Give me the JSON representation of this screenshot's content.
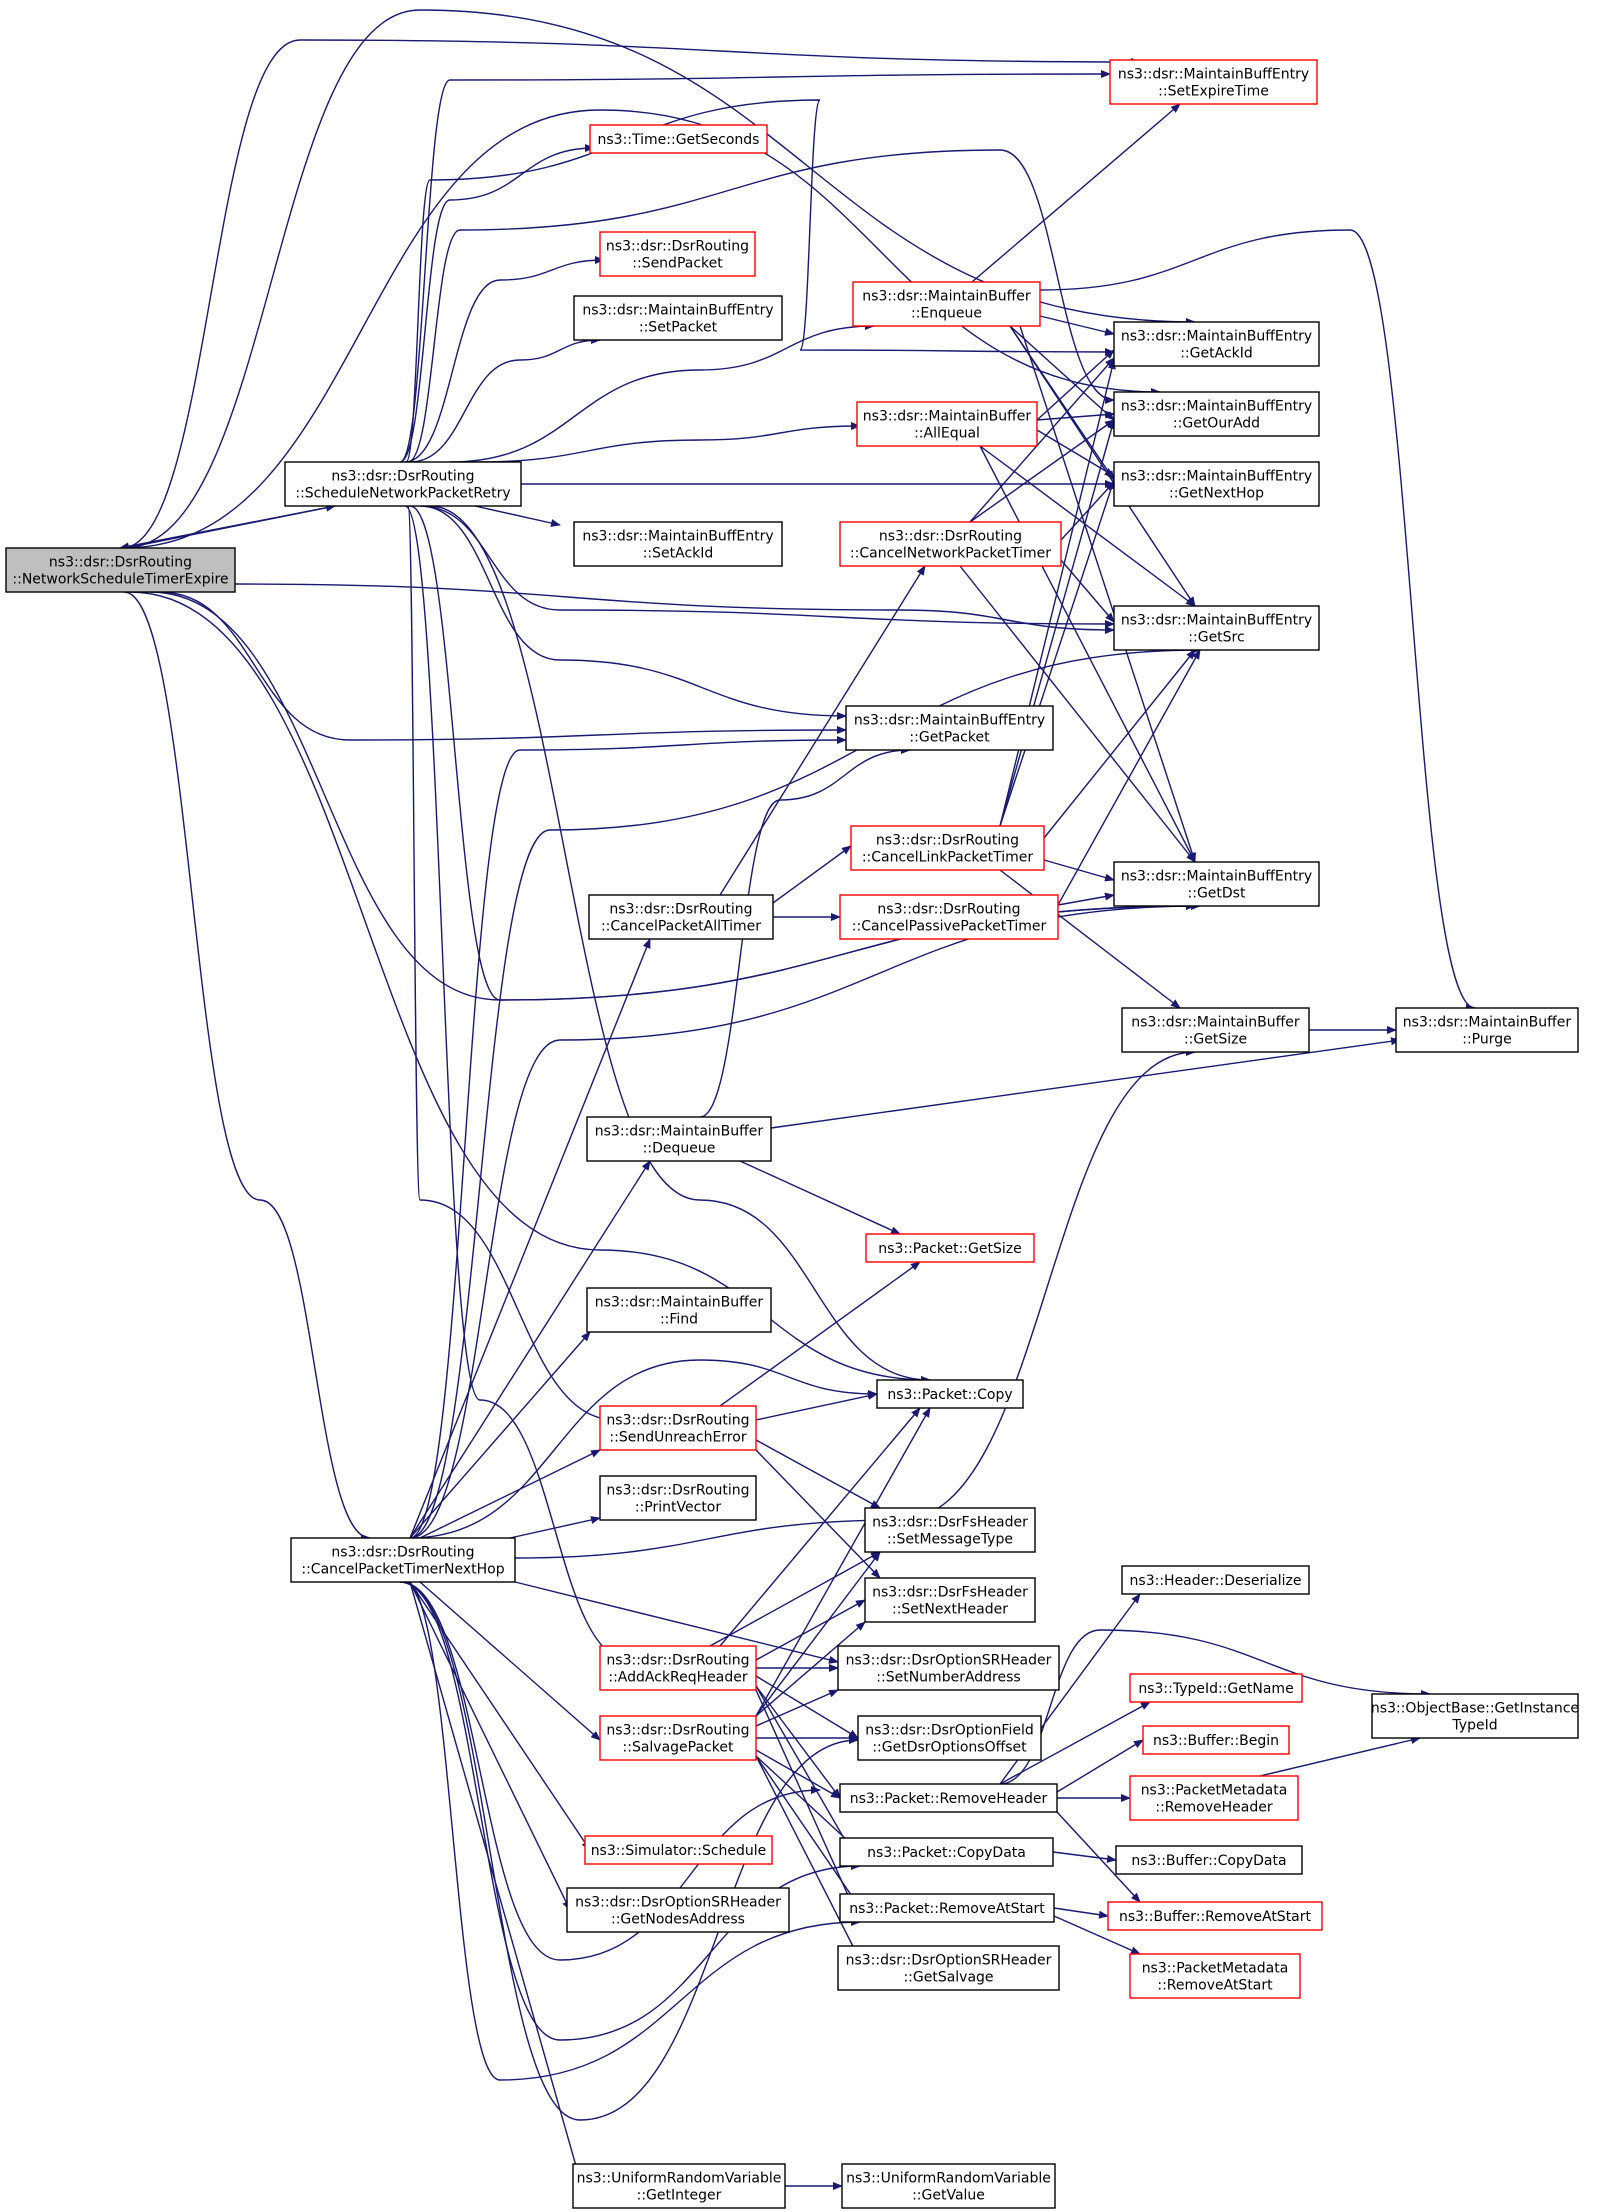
{
  "colors": {
    "edge": "#191970",
    "node_border_black": "#000000",
    "node_border_red": "#ff0000",
    "root_fill": "#bfbfbf",
    "node_fill": "#ffffff"
  },
  "nodes": [
    {
      "id": "root",
      "lines": [
        "ns3::dsr::DsrRouting",
        "::NetworkScheduleTimerExpire"
      ],
      "border": "black",
      "fill": "gray"
    },
    {
      "id": "snpr",
      "lines": [
        "ns3::dsr::DsrRouting",
        "::ScheduleNetworkPacketRetry"
      ],
      "border": "black"
    },
    {
      "id": "cptnh",
      "lines": [
        "ns3::dsr::DsrRouting",
        "::CancelPacketTimerNextHop"
      ],
      "border": "black"
    },
    {
      "id": "setexp",
      "lines": [
        "ns3::dsr::MaintainBuffEntry",
        "::SetExpireTime"
      ],
      "border": "red"
    },
    {
      "id": "getsec",
      "lines": [
        "ns3::Time::GetSeconds"
      ],
      "border": "red"
    },
    {
      "id": "sendpkt",
      "lines": [
        "ns3::dsr::DsrRouting",
        "::SendPacket"
      ],
      "border": "red"
    },
    {
      "id": "setpkt",
      "lines": [
        "ns3::dsr::MaintainBuffEntry",
        "::SetPacket"
      ],
      "border": "black"
    },
    {
      "id": "enq",
      "lines": [
        "ns3::dsr::MaintainBuffer",
        "::Enqueue"
      ],
      "border": "red"
    },
    {
      "id": "allequal",
      "lines": [
        "ns3::dsr::MaintainBuffer",
        "::AllEqual"
      ],
      "border": "red"
    },
    {
      "id": "setackid",
      "lines": [
        "ns3::dsr::MaintainBuffEntry",
        "::SetAckId"
      ],
      "border": "black"
    },
    {
      "id": "cnpt",
      "lines": [
        "ns3::dsr::DsrRouting",
        "::CancelNetworkPacketTimer"
      ],
      "border": "red"
    },
    {
      "id": "getackid",
      "lines": [
        "ns3::dsr::MaintainBuffEntry",
        "::GetAckId"
      ],
      "border": "black"
    },
    {
      "id": "getouradd",
      "lines": [
        "ns3::dsr::MaintainBuffEntry",
        "::GetOurAdd"
      ],
      "border": "black"
    },
    {
      "id": "getnexthop",
      "lines": [
        "ns3::dsr::MaintainBuffEntry",
        "::GetNextHop"
      ],
      "border": "black"
    },
    {
      "id": "getsrc",
      "lines": [
        "ns3::dsr::MaintainBuffEntry",
        "::GetSrc"
      ],
      "border": "black"
    },
    {
      "id": "getpacket",
      "lines": [
        "ns3::dsr::MaintainBuffEntry",
        "::GetPacket"
      ],
      "border": "black"
    },
    {
      "id": "clpt",
      "lines": [
        "ns3::dsr::DsrRouting",
        "::CancelLinkPacketTimer"
      ],
      "border": "red"
    },
    {
      "id": "cpat",
      "lines": [
        "ns3::dsr::DsrRouting",
        "::CancelPacketAllTimer"
      ],
      "border": "black"
    },
    {
      "id": "cppt",
      "lines": [
        "ns3::dsr::DsrRouting",
        "::CancelPassivePacketTimer"
      ],
      "border": "red"
    },
    {
      "id": "getdst",
      "lines": [
        "ns3::dsr::MaintainBuffEntry",
        "::GetDst"
      ],
      "border": "black"
    },
    {
      "id": "mbgetsize",
      "lines": [
        "ns3::dsr::MaintainBuffer",
        "::GetSize"
      ],
      "border": "black"
    },
    {
      "id": "purge",
      "lines": [
        "ns3::dsr::MaintainBuffer",
        "::Purge"
      ],
      "border": "black"
    },
    {
      "id": "deq",
      "lines": [
        "ns3::dsr::MaintainBuffer",
        "::Dequeue"
      ],
      "border": "black"
    },
    {
      "id": "pktgetsize",
      "lines": [
        "ns3::Packet::GetSize"
      ],
      "border": "red"
    },
    {
      "id": "find",
      "lines": [
        "ns3::dsr::MaintainBuffer",
        "::Find"
      ],
      "border": "black"
    },
    {
      "id": "copy",
      "lines": [
        "ns3::Packet::Copy"
      ],
      "border": "black"
    },
    {
      "id": "sue",
      "lines": [
        "ns3::dsr::DsrRouting",
        "::SendUnreachError"
      ],
      "border": "red"
    },
    {
      "id": "printvec",
      "lines": [
        "ns3::dsr::DsrRouting",
        "::PrintVector"
      ],
      "border": "black"
    },
    {
      "id": "setmsgtype",
      "lines": [
        "ns3::dsr::DsrFsHeader",
        "::SetMessageType"
      ],
      "border": "black"
    },
    {
      "id": "setnexthdr",
      "lines": [
        "ns3::dsr::DsrFsHeader",
        "::SetNextHeader"
      ],
      "border": "black"
    },
    {
      "id": "addack",
      "lines": [
        "ns3::dsr::DsrRouting",
        "::AddAckReqHeader"
      ],
      "border": "red"
    },
    {
      "id": "setnumaddr",
      "lines": [
        "ns3::dsr::DsrOptionSRHeader",
        "::SetNumberAddress"
      ],
      "border": "black"
    },
    {
      "id": "salvage",
      "lines": [
        "ns3::dsr::DsrRouting",
        "::SalvagePacket"
      ],
      "border": "red"
    },
    {
      "id": "getdsroff",
      "lines": [
        "ns3::dsr::DsrOptionField",
        "::GetDsrOptionsOffset"
      ],
      "border": "black"
    },
    {
      "id": "removehdr",
      "lines": [
        "ns3::Packet::RemoveHeader"
      ],
      "border": "black"
    },
    {
      "id": "copydata",
      "lines": [
        "ns3::Packet::CopyData"
      ],
      "border": "black"
    },
    {
      "id": "schedule",
      "lines": [
        "ns3::Simulator::Schedule"
      ],
      "border": "red"
    },
    {
      "id": "getnodesaddr",
      "lines": [
        "ns3::dsr::DsrOptionSRHeader",
        "::GetNodesAddress"
      ],
      "border": "black"
    },
    {
      "id": "removeatstart",
      "lines": [
        "ns3::Packet::RemoveAtStart"
      ],
      "border": "black"
    },
    {
      "id": "getsalvage",
      "lines": [
        "ns3::dsr::DsrOptionSRHeader",
        "::GetSalvage"
      ],
      "border": "black"
    },
    {
      "id": "hdrdeser",
      "lines": [
        "ns3::Header::Deserialize"
      ],
      "border": "black"
    },
    {
      "id": "getname",
      "lines": [
        "ns3::TypeId::GetName"
      ],
      "border": "red"
    },
    {
      "id": "bufbegin",
      "lines": [
        "ns3::Buffer::Begin"
      ],
      "border": "red"
    },
    {
      "id": "pmremovehdr",
      "lines": [
        "ns3::PacketMetadata",
        "::RemoveHeader"
      ],
      "border": "red"
    },
    {
      "id": "bufcopydata",
      "lines": [
        "ns3::Buffer::CopyData"
      ],
      "border": "black"
    },
    {
      "id": "bufremoveatstart",
      "lines": [
        "ns3::Buffer::RemoveAtStart"
      ],
      "border": "red"
    },
    {
      "id": "pmremoveatstart",
      "lines": [
        "ns3::PacketMetadata",
        "::RemoveAtStart"
      ],
      "border": "red"
    },
    {
      "id": "getinsttype",
      "lines": [
        "ns3::ObjectBase::GetInstance",
        "TypeId"
      ],
      "border": "black"
    },
    {
      "id": "getinteger",
      "lines": [
        "ns3::UniformRandomVariable",
        "::GetInteger"
      ],
      "border": "black"
    },
    {
      "id": "getvalue",
      "lines": [
        "ns3::UniformRandomVariable",
        "::GetValue"
      ],
      "border": "black"
    }
  ]
}
